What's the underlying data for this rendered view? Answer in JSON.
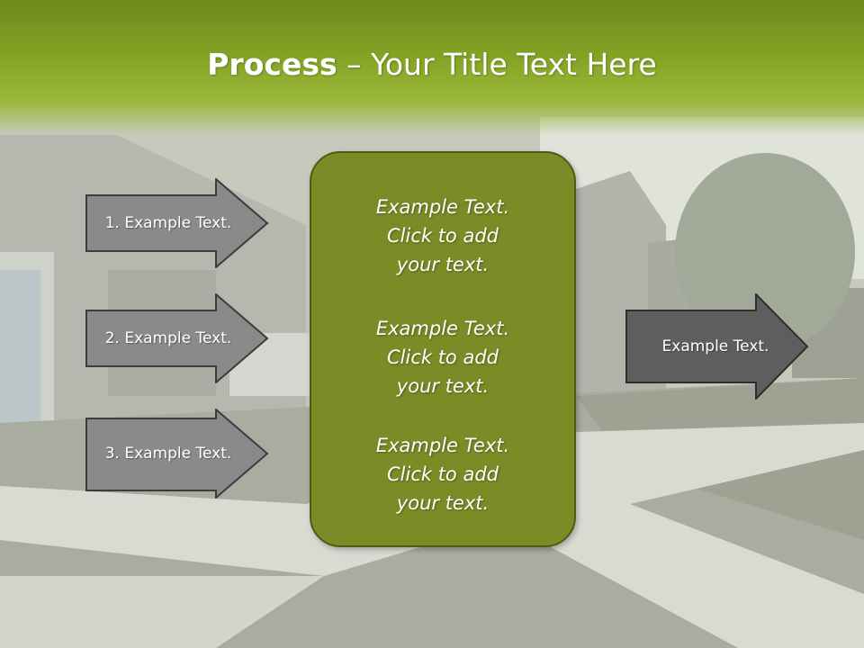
{
  "slide": {
    "title_bold": "Process",
    "title_separator": " – ",
    "title_rest": "Your Title Text Here"
  },
  "input_arrows": [
    {
      "label": "1. Example Text."
    },
    {
      "label": "2. Example Text."
    },
    {
      "label": "3. Example Text."
    }
  ],
  "center_box": {
    "blocks": [
      {
        "line1": "Example Text.",
        "line2": "Click  to add",
        "line3": "your text."
      },
      {
        "line1": "Example Text.",
        "line2": "Click  to add",
        "line3": "your text."
      },
      {
        "line1": "Example Text.",
        "line2": "Click  to add",
        "line3": "your text."
      }
    ]
  },
  "output_arrow": {
    "label": "Example Text."
  },
  "colors": {
    "header_green": "#86a526",
    "center_box_fill": "#7a8c26",
    "input_arrow_fill": "#8a8a8a",
    "output_arrow_fill": "#5e5e5e"
  }
}
